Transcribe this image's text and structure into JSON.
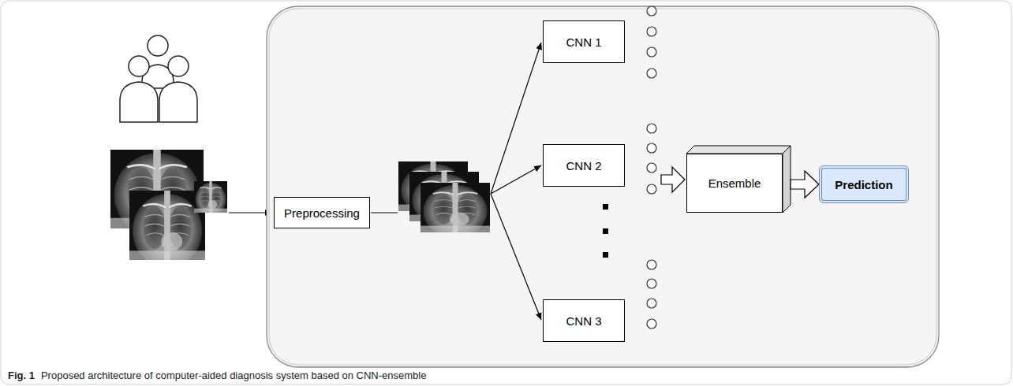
{
  "diagram": {
    "caption": "Proposed architecture of computer-aided diagnosis system based on CNN-ensemble",
    "nodes": [
      {
        "text": [
          "Preprocessing"
        ]
      },
      {
        "text": [
          "CNN 1"
        ]
      },
      {
        "text": [
          "CNN 2"
        ]
      },
      {
        "text": [
          "CNN 3"
        ]
      },
      {
        "text": [
          "Ensemble"
        ]
      },
      {
        "text": [
          "Prediction"
        ]
      }
    ],
    "edges": [
      {
        "from": 4,
        "to": 5,
        "arrow": "to"
      }
    ],
    "labels": [
      "Fig. 1"
    ]
  }
}
